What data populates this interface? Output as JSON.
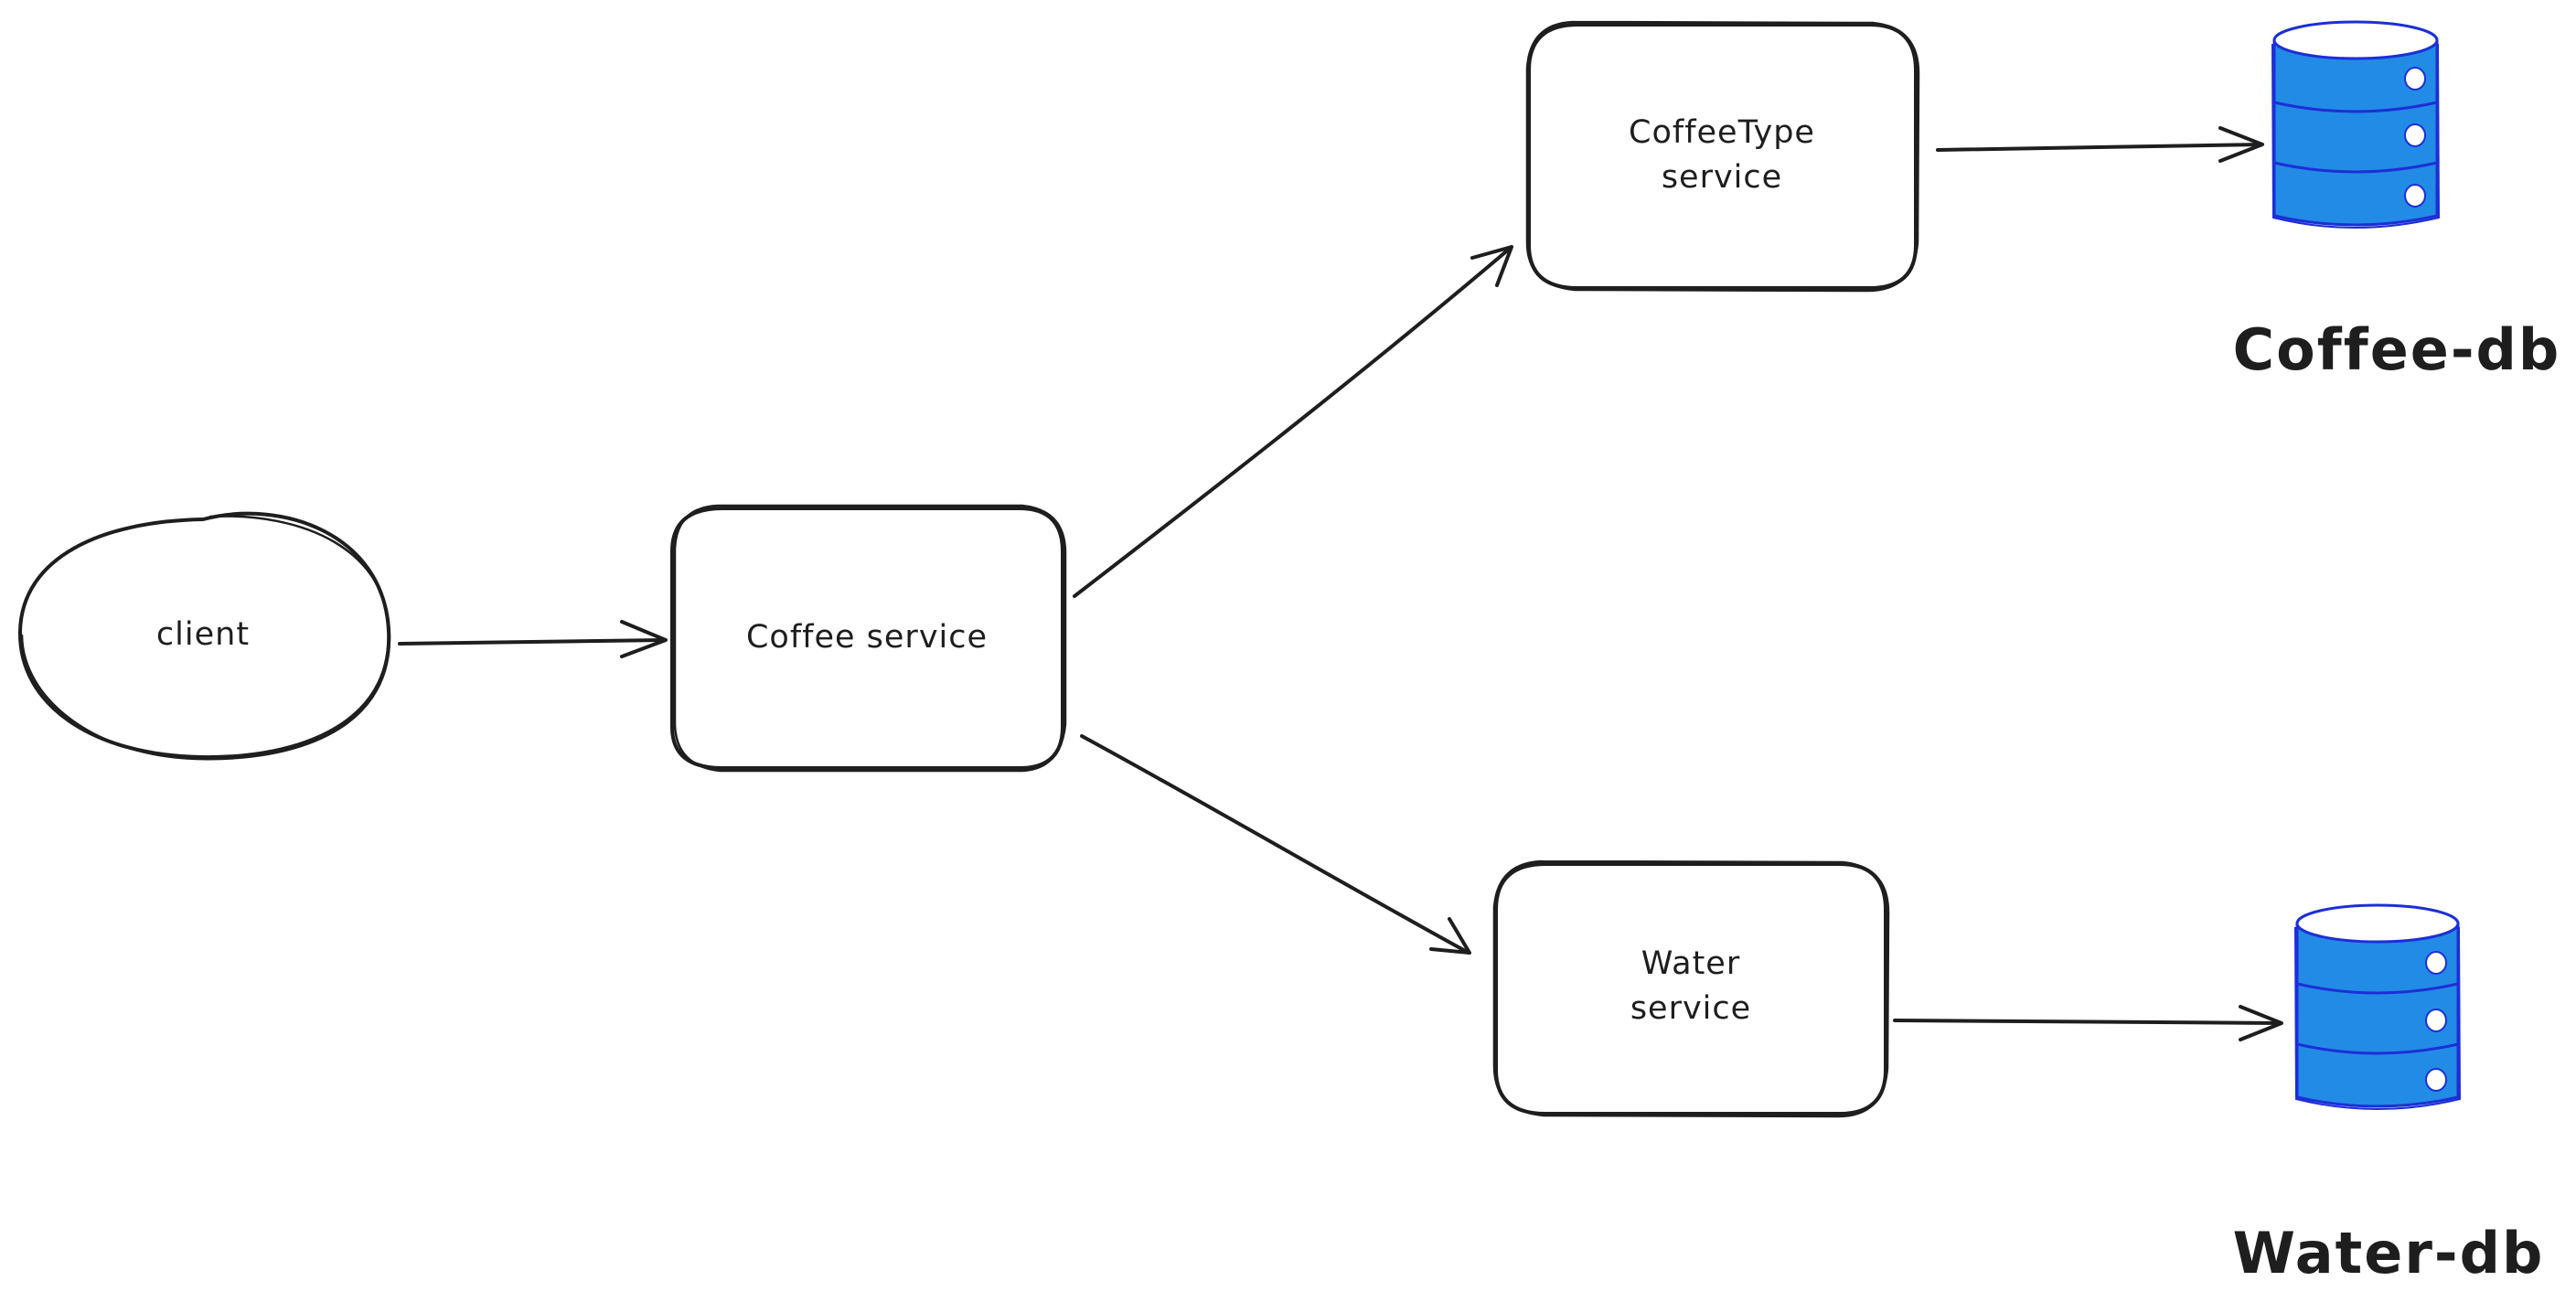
{
  "nodes": {
    "client": {
      "label": "client"
    },
    "coffee_service": {
      "label": "Coffee service"
    },
    "coffeetype_service": {
      "label_lines": [
        "CoffeeType",
        "service"
      ]
    },
    "water_service": {
      "label_lines": [
        "Water",
        "service"
      ]
    }
  },
  "databases": {
    "coffee_db": {
      "label": "Coffee-db",
      "icon": "database-icon"
    },
    "water_db": {
      "label": "Water-db",
      "icon": "database-icon"
    }
  },
  "edges": [
    {
      "from": "client",
      "to": "coffee_service"
    },
    {
      "from": "coffee_service",
      "to": "coffeetype_service"
    },
    {
      "from": "coffee_service",
      "to": "water_service"
    },
    {
      "from": "coffeetype_service",
      "to": "coffee_db"
    },
    {
      "from": "water_service",
      "to": "water_db"
    }
  ],
  "colors": {
    "stroke": "#1e1e1e",
    "db_fill": "#228be6",
    "db_stroke": "#1c2fd6",
    "db_slot": "#ffffff",
    "background": "#ffffff"
  }
}
